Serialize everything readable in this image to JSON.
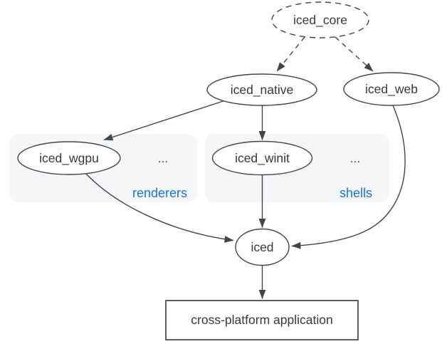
{
  "diagram": {
    "colors": {
      "node_stroke": "#40454b",
      "node_text": "#36393d",
      "edge": "#40454b",
      "group_fill": "#f5f6f8",
      "accent_blue": "#1a73e8",
      "canvas": "#ffffff"
    },
    "nodes": {
      "iced_core": {
        "label": "iced_core"
      },
      "iced_native": {
        "label": "iced_native"
      },
      "iced_web": {
        "label": "iced_web"
      },
      "iced_wgpu": {
        "label": "iced_wgpu"
      },
      "iced_winit": {
        "label": "iced_winit"
      },
      "iced": {
        "label": "iced"
      },
      "application": {
        "label": "cross-platform application"
      }
    },
    "groups": {
      "renderers": {
        "label": "renderers",
        "ellipsis": "..."
      },
      "shells": {
        "label": "shells",
        "ellipsis": "..."
      }
    },
    "edges": [
      {
        "from": "iced_core",
        "to": "iced_native",
        "style": "dashed"
      },
      {
        "from": "iced_core",
        "to": "iced_web",
        "style": "dashed"
      },
      {
        "from": "iced_native",
        "to": "iced_wgpu",
        "style": "solid"
      },
      {
        "from": "iced_native",
        "to": "iced_winit",
        "style": "solid"
      },
      {
        "from": "iced_wgpu",
        "to": "iced",
        "style": "solid"
      },
      {
        "from": "iced_winit",
        "to": "iced",
        "style": "solid"
      },
      {
        "from": "iced_web",
        "to": "iced",
        "style": "solid"
      },
      {
        "from": "iced",
        "to": "application",
        "style": "solid"
      }
    ]
  }
}
